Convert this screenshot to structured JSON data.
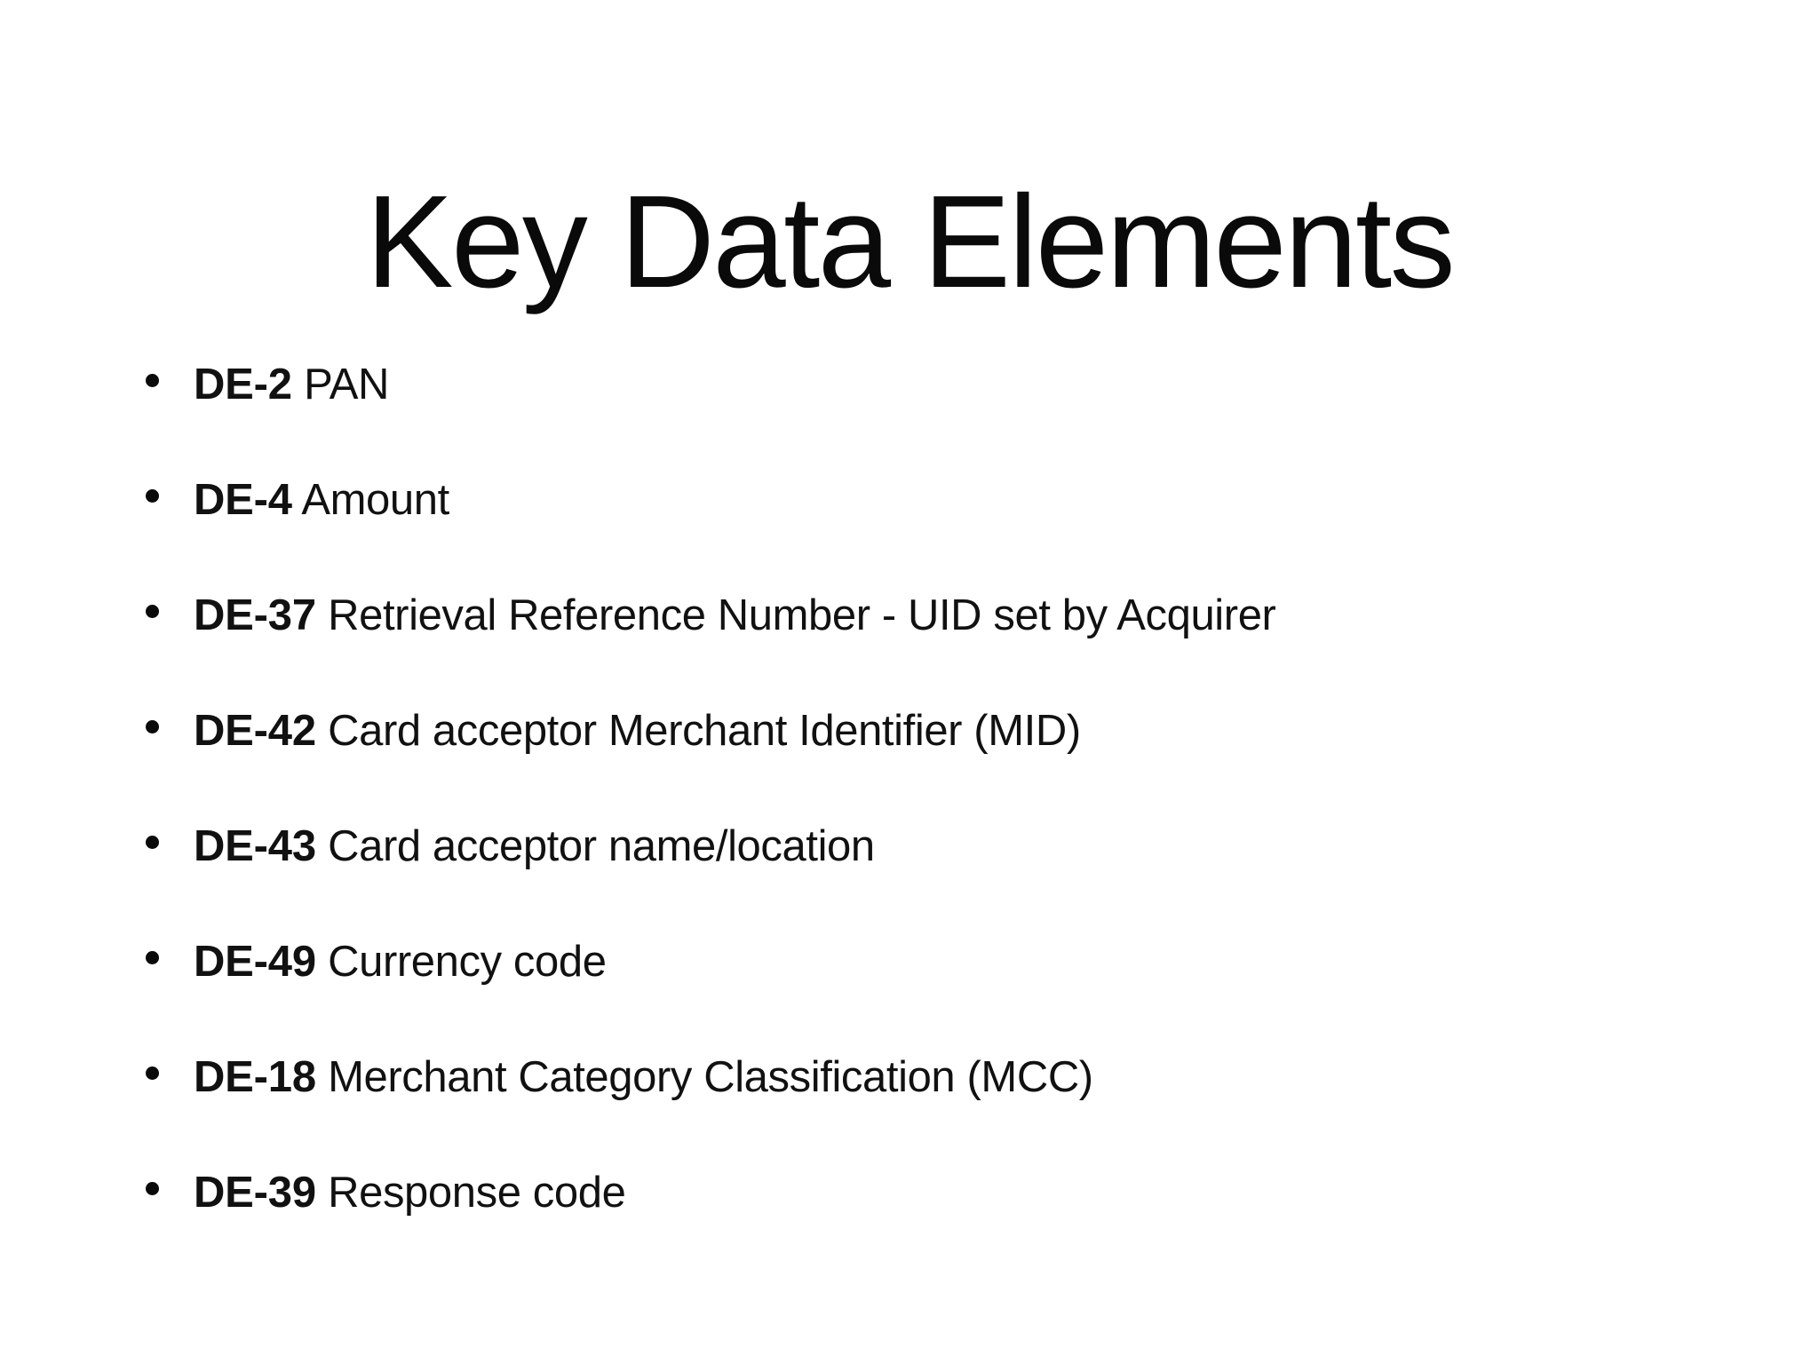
{
  "slide": {
    "title": "Key Data Elements",
    "background_color": "#ffffff",
    "text_color": "#0a0a0a",
    "bullet_marker_color": "#0a0a0a"
  },
  "bullets": [
    {
      "code": "DE-2",
      "description": "PAN"
    },
    {
      "code": "DE-4",
      "description": "Amount"
    },
    {
      "code": "DE-37",
      "description": "Retrieval Reference Number - UID set by Acquirer"
    },
    {
      "code": "DE-42",
      "description": "Card acceptor Merchant Identifier (MID)"
    },
    {
      "code": "DE-43",
      "description": "Card acceptor name/location"
    },
    {
      "code": "DE-49",
      "description": "Currency code"
    },
    {
      "code": "DE-18",
      "description": "Merchant Category Classification (MCC)"
    },
    {
      "code": "DE-39",
      "description": "Response code"
    }
  ]
}
